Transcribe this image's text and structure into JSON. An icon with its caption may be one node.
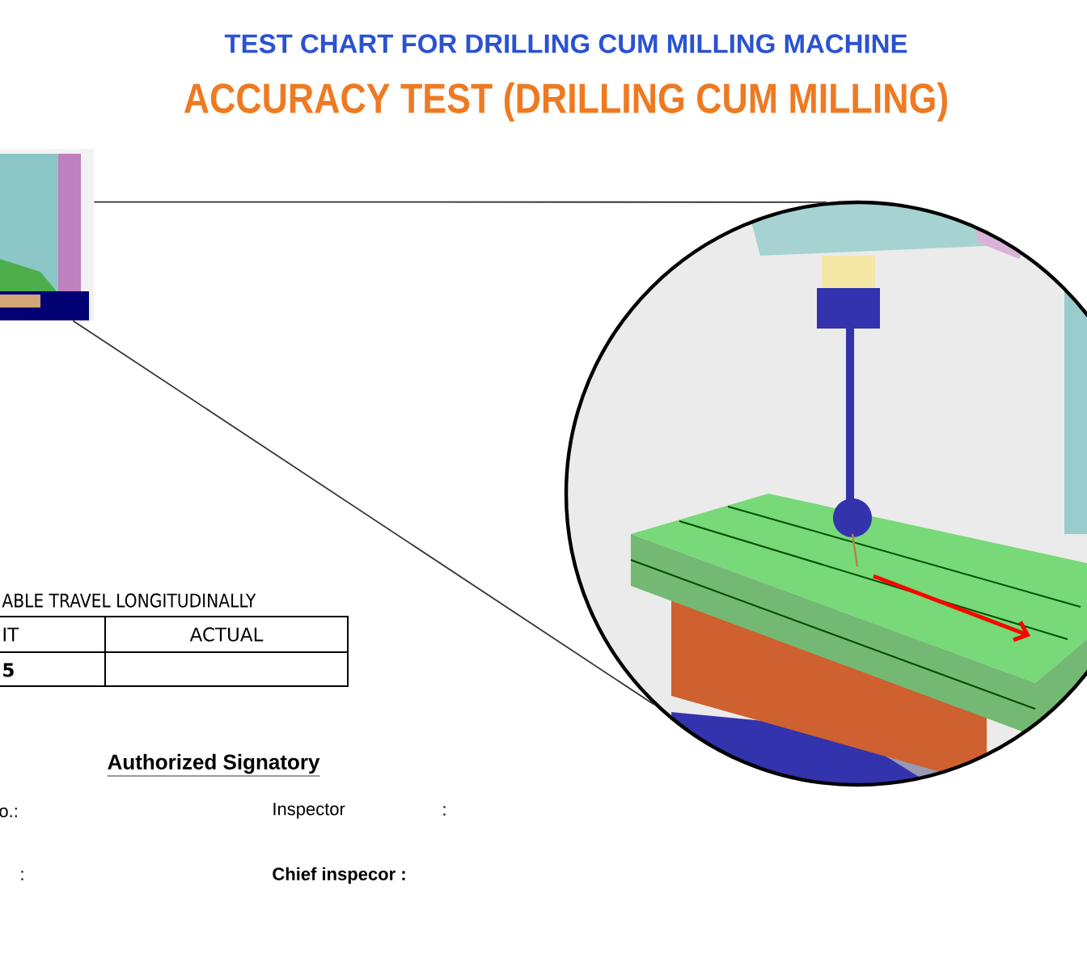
{
  "diagram": {
    "title": "TEST CHART FOR DRILLING CUM MILLING MACHINE",
    "nodes": [
      {
        "text": [],
        "shape": "picture"
      },
      {
        "text": [],
        "shape": "picture"
      }
    ],
    "edges": [
      {
        "from": 0,
        "to": 1,
        "arrow": "none"
      },
      {
        "from": 0,
        "to": 1,
        "arrow": "none"
      }
    ],
    "labels": [
      "ACCURACY TEST (DRILLING CUM MILLING)",
      "ABLE TRAVEL LONGITUDINALLY",
      "IT",
      "ACTUAL",
      "5",
      "Authorized Signatory",
      "o.:",
      "Inspector",
      ":",
      ":",
      "Chief inspecor :"
    ]
  }
}
